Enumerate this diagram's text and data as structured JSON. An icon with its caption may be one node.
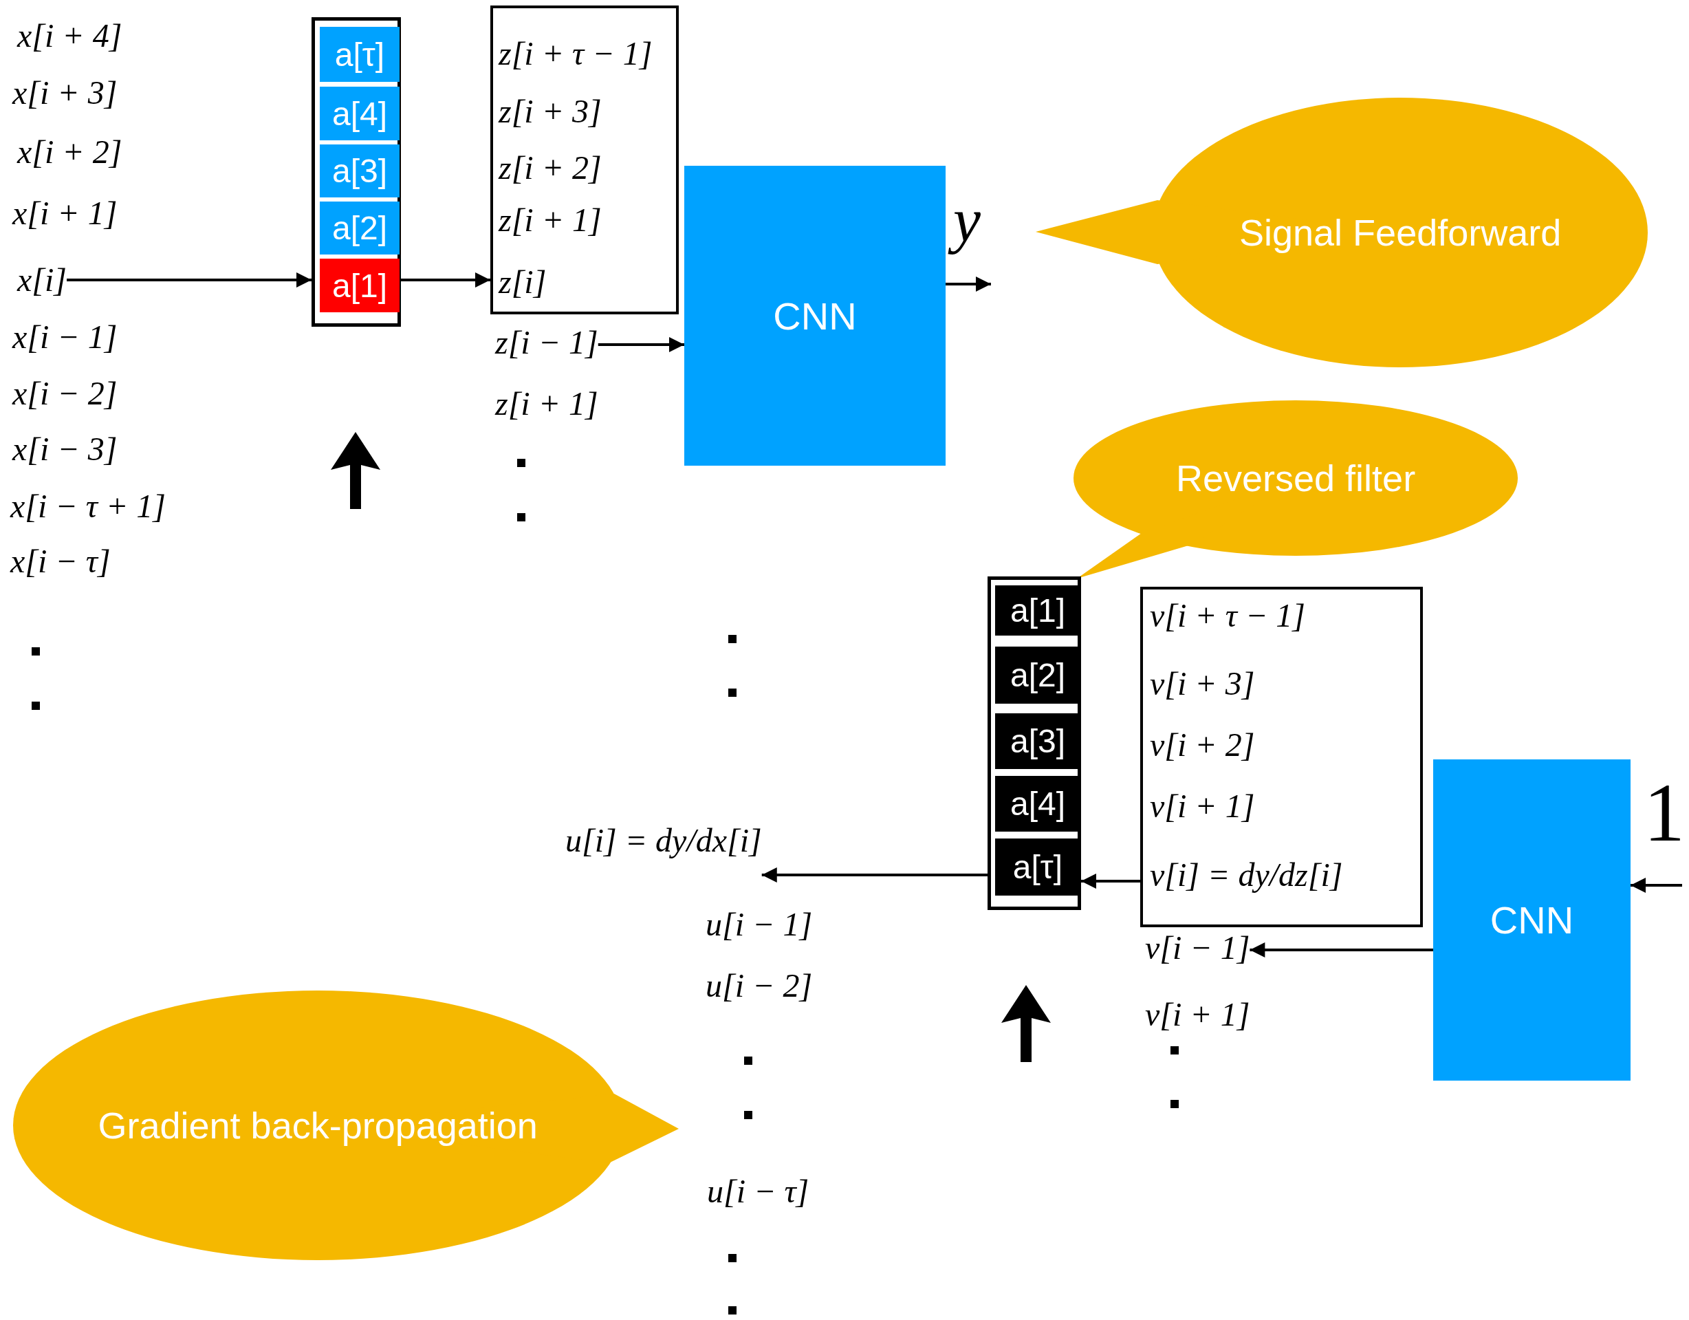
{
  "diagram": {
    "nodes": [
      {
        "text": [
          "x[i]"
        ]
      },
      {
        "text": [],
        "shape": "box"
      },
      {
        "text": [
          "a[τ]"
        ],
        "in": 1
      },
      {
        "text": [
          "a[4]"
        ],
        "in": 1
      },
      {
        "text": [
          "a[3]"
        ],
        "in": 1
      },
      {
        "text": [
          "a[2]"
        ],
        "in": 1
      },
      {
        "text": [
          "a[1]"
        ],
        "in": 1
      },
      {
        "text": [
          "z[i + τ − 1]",
          "z[i + 3]",
          "z[i + 2]",
          "z[i + 1]",
          "z[i]"
        ]
      },
      {
        "text": [
          "z[i − 1]"
        ]
      },
      {
        "text": [
          "CNN"
        ]
      },
      {
        "text": [
          "Signal Feedforward"
        ]
      },
      {
        "text": [
          "Reversed filter"
        ]
      },
      {
        "text": [],
        "shape": "box"
      },
      {
        "text": [
          "a[1]"
        ],
        "in": 12
      },
      {
        "text": [
          "a[2]"
        ],
        "in": 12
      },
      {
        "text": [
          "a[3]"
        ],
        "in": 12
      },
      {
        "text": [
          "a[4]"
        ],
        "in": 12
      },
      {
        "text": [
          "a[τ]"
        ],
        "in": 12
      },
      {
        "text": [
          "v[i + τ − 1]",
          "v[i + 3]",
          "v[i + 2]",
          "v[i + 1]",
          "v[i] = dy/dz[i]"
        ]
      },
      {
        "text": [
          "v[i − 1]"
        ]
      },
      {
        "text": [
          "CNN"
        ]
      },
      {
        "text": [
          "u[i] = dy/dx[i]"
        ]
      },
      {
        "text": [
          "Gradient back-propagation"
        ]
      }
    ],
    "edges": [
      {
        "from": 0,
        "to": 1,
        "arrow": "to"
      },
      {
        "from": 1,
        "to": 7,
        "arrow": "to"
      },
      {
        "from": 8,
        "to": 9,
        "arrow": "to"
      },
      {
        "from": 9,
        "to": null,
        "arrow": "to"
      },
      {
        "from": null,
        "to": 20,
        "arrow": "to"
      },
      {
        "from": 20,
        "to": 19,
        "arrow": "to"
      },
      {
        "from": 18,
        "to": 12,
        "arrow": "to"
      },
      {
        "from": 12,
        "to": 21,
        "arrow": "to"
      }
    ],
    "labels": [
      "x[i + 4]",
      "x[i + 3]",
      "x[i + 2]",
      "x[i + 1]",
      "x[i − 1]",
      "x[i − 2]",
      "x[i − 3]",
      "x[i − τ + 1]",
      "x[i − τ]",
      "z[i + 1]",
      "y",
      "1",
      "v[i + 1]",
      "u[i − 1]",
      "u[i − 2]",
      "u[i − τ]"
    ]
  }
}
